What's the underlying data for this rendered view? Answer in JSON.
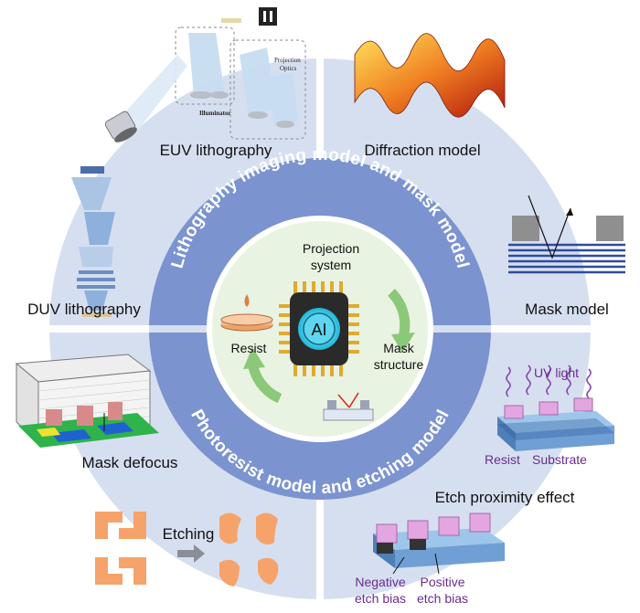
{
  "ring_top_text": "Lithography imaging model and mask model",
  "ring_bottom_text": "Photoresist model and etching model",
  "center": {
    "chip_label": "AI",
    "projection_system": [
      "Projection",
      "system"
    ],
    "mask_structure": [
      "Mask",
      "structure"
    ],
    "resist": "Resist"
  },
  "outer_labels": {
    "euv": "EUV lithography",
    "diffraction": "Diffraction model",
    "duv": "DUV lithography",
    "mask_model": "Mask model",
    "mask_defocus": "Mask defocus",
    "etch_proximity": "Etch proximity effect",
    "etching": "Etching"
  },
  "euv_inset": {
    "illuminator": "Illuminator",
    "projection_optics": [
      "Projection",
      "Optics"
    ]
  },
  "etch_proximity_inset": {
    "uv_light": "UV light",
    "resist": "Resist",
    "substrate": "Substrate"
  },
  "etch_bias": {
    "negative": [
      "Negative",
      "etch bias"
    ],
    "positive": [
      "Positive",
      "etch bias"
    ]
  },
  "colors": {
    "outer_disk": "#d6dff0",
    "ring": "#7b93cf",
    "inner_disk": "#e8f3e1",
    "arrow_green": "#8cc879",
    "chip": "#2a2a2a",
    "pin": "#e1a92f",
    "purple_text": "#6a2c91"
  }
}
